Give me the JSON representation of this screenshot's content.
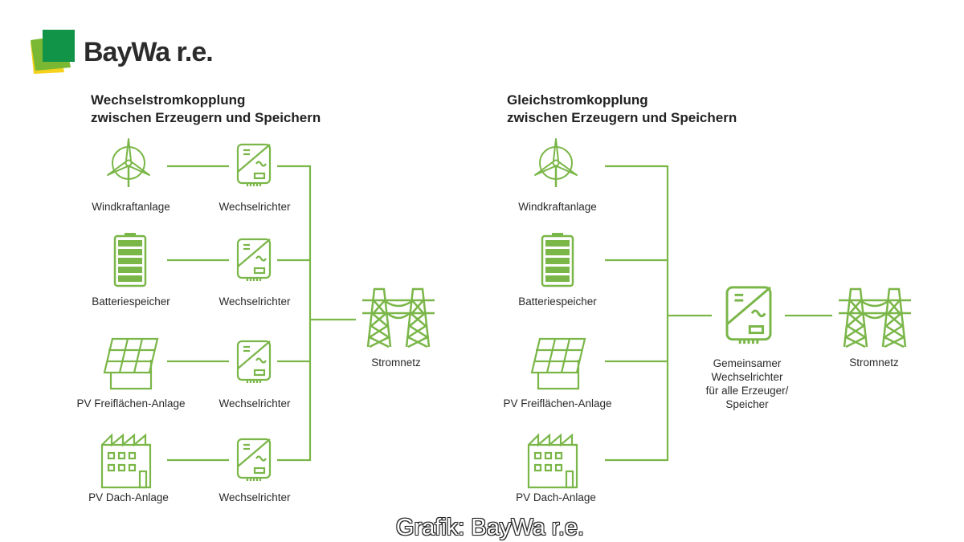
{
  "brand": {
    "name": "BayWa r.e.",
    "colors": {
      "dark_green": "#119447",
      "light_green": "#7ab833",
      "yellow": "#f4d21c"
    }
  },
  "accent_color": "#7ab648",
  "left": {
    "title_line1": "Wechselstromkopplung",
    "title_line2": "zwischen Erzeugern und Speichern",
    "rows": [
      {
        "source": "Windkraftanlage",
        "source_icon": "wind-turbine-icon",
        "inverter": "Wechselrichter"
      },
      {
        "source": "Batteriespeicher",
        "source_icon": "battery-icon",
        "inverter": "Wechselrichter"
      },
      {
        "source": "PV Freiflächen-Anlage",
        "source_icon": "solar-panel-icon",
        "inverter": "Wechselrichter"
      },
      {
        "source": "PV Dach-Anlage",
        "source_icon": "factory-roof-icon",
        "inverter": "Wechselrichter"
      }
    ],
    "grid": "Stromnetz"
  },
  "right": {
    "title_line1": "Gleichstromkopplung",
    "title_line2": "zwischen Erzeugern und Speichern",
    "sources": [
      "Windkraftanlage",
      "Batteriespeicher",
      "PV Freiflächen-Anlage",
      "PV Dach-Anlage"
    ],
    "inverter_lines": [
      "Gemeinsamer",
      "Wechselrichter",
      "für alle Erzeuger/",
      "Speicher"
    ],
    "grid": "Stromnetz"
  },
  "caption": "Grafik: BayWa r.e."
}
